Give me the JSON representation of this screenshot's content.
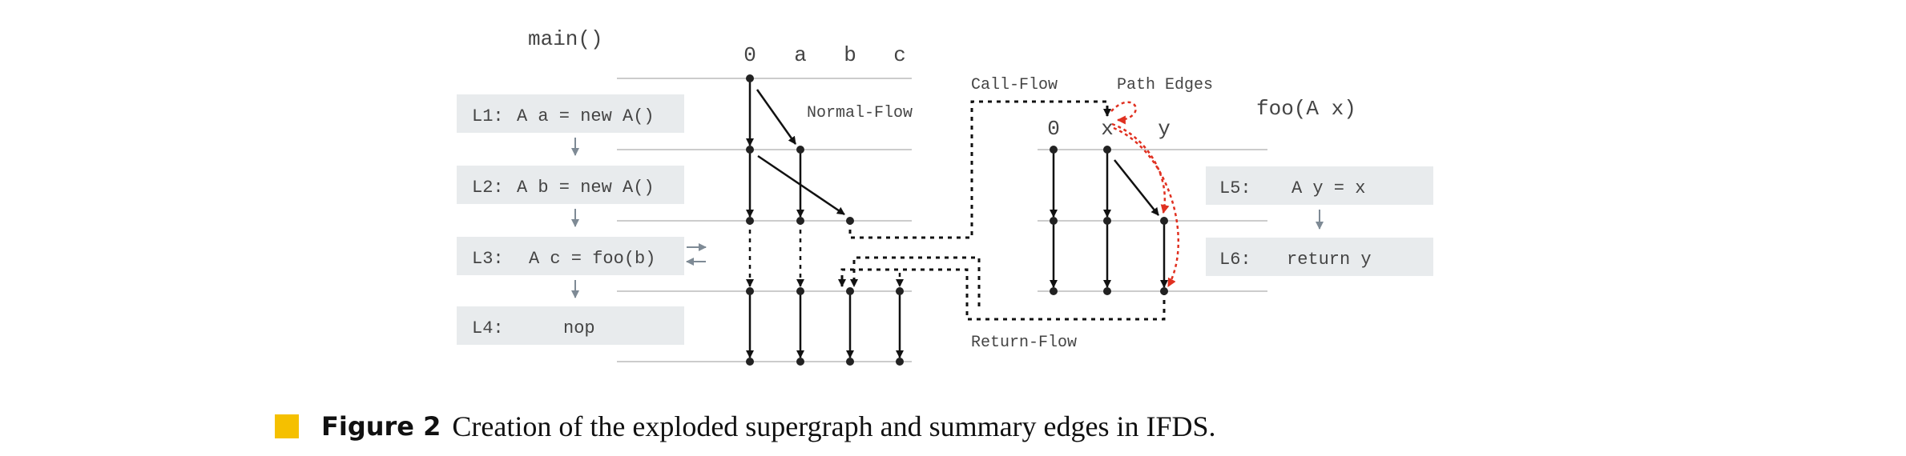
{
  "figure": {
    "caption_label": "Figure 2",
    "caption_text": "Creation of the exploded supergraph and summary edges in IFDS.",
    "accent_color": "#f5c000"
  },
  "main_proc": {
    "title": "main()",
    "facts": [
      "0",
      "a",
      "b",
      "c"
    ],
    "statements": [
      {
        "id": "L1:",
        "code": "A a = new A()"
      },
      {
        "id": "L2:",
        "code": "A b = new A()"
      },
      {
        "id": "L3:",
        "code": "A c = foo(b)"
      },
      {
        "id": "L4:",
        "code": "nop"
      }
    ]
  },
  "callee_proc": {
    "title": "foo(A x)",
    "facts": [
      "0",
      "x",
      "y"
    ],
    "statements": [
      {
        "id": "L5:",
        "code": "A y = x"
      },
      {
        "id": "L6:",
        "code": "return y"
      }
    ]
  },
  "labels": {
    "normal_flow": "Normal-Flow",
    "call_flow": "Call-Flow",
    "path_edges": "Path Edges",
    "return_flow": "Return-Flow"
  },
  "colors": {
    "statement_box": "#e8ebed",
    "line": "#bbbbbb",
    "node": "#222222",
    "small_arrow": "#7e8a95",
    "path_edge": "#e03020"
  }
}
